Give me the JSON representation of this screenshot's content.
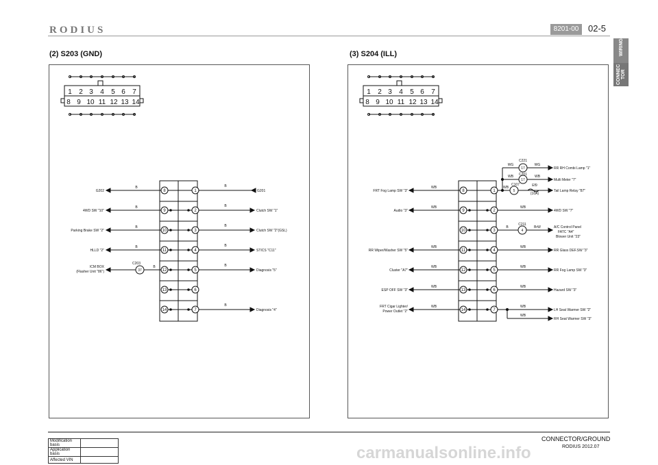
{
  "header": {
    "brand": "RODIUS",
    "code_badge": "8201-00",
    "page_number": "02-5"
  },
  "side_tabs": [
    "WIRING",
    "CONNEC TOR"
  ],
  "footer": {
    "title": "CONNECTOR/GROUND",
    "date": "RODIUS 2012.07",
    "watermark": "carmanualsonline.info",
    "mod_table": [
      {
        "label": "Modification basis",
        "value": ""
      },
      {
        "label": "Application basis",
        "value": ""
      },
      {
        "label": "Affected VIN",
        "value": ""
      }
    ]
  },
  "connector_face": {
    "top_row": [
      "1",
      "2",
      "3",
      "4",
      "5",
      "6",
      "7"
    ],
    "bottom_row": [
      "8",
      "9",
      "10",
      "11",
      "12",
      "13",
      "14"
    ]
  },
  "left": {
    "title": "(2) S203 (GND)",
    "pins_left": [
      "8",
      "9",
      "10",
      "11",
      "12",
      "13",
      "14"
    ],
    "pins_right": [
      "1",
      "2",
      "3",
      "4",
      "5",
      "6",
      "7"
    ],
    "left_labels": [
      "G202",
      "4WD SW \"10\"",
      "Parking Brake SW \"2\"",
      "HLLD \"2\"",
      "ICM BOX",
      "(Flasher Unit \"86\")"
    ],
    "left_wires": [
      "B",
      "B",
      "B",
      "B",
      "B"
    ],
    "c203": {
      "name": "C203",
      "pin": "37"
    },
    "right_labels": [
      "G201",
      "Clutch SW \"1\"",
      "Clutch SW \"2\"(GSL)",
      "STICS \"C11\"",
      "Diagnosis \"5\"",
      "Diagnosis \"4\""
    ],
    "right_wires": [
      "B",
      "B",
      "B",
      "B",
      "B",
      "B"
    ]
  },
  "right": {
    "title": "(3) S204 (ILL)",
    "pins_left": [
      "8",
      "9",
      "10",
      "11",
      "12",
      "13",
      "14"
    ],
    "pins_right": [
      "1",
      "2",
      "3",
      "4",
      "5",
      "6",
      "7"
    ],
    "left_labels": [
      "FRT Fog Lamp SW \"3\"",
      "Audio \"3\"",
      "RR Wiper/Washer SW \"5\"",
      "Cluster \"A7\"",
      "ESP OFF SW \"3\"",
      "FRT Cigar Lighter/",
      "Power Outlet \"2\""
    ],
    "left_wires": [
      "WB",
      "WB",
      "WB",
      "WB",
      "WB",
      "WB"
    ],
    "connectors": {
      "c221": {
        "name": "C221",
        "pin": "17"
      },
      "c201": {
        "name": "C201",
        "pin": "17"
      },
      "c107": {
        "name": "C107",
        "pin": "5"
      },
      "c211": {
        "name": "C211",
        "pin": "4"
      },
      "ef9": {
        "name": "Ef9",
        "rating": "(10A)"
      }
    },
    "right_labels": [
      "RR RH Combi Lamp \"1\"",
      "Multi Meter \"7\"",
      "Tail Lamp Relay \"87\"",
      "4WD SW \"7\"",
      "A/C Control Panel",
      "FATC \"A4\"",
      "Blower Unit \"23\"",
      "RR Glass DEF.SW \"3\"",
      "RR Fog Lamp SW \"3\"",
      "Hazard SW \"3\"",
      "LH Seat Warmer SW \"2\"",
      "RH Seat Warmer SW \"3\""
    ],
    "wire_labels": [
      "WG",
      "WG",
      "WB",
      "WB",
      "WB",
      "WB",
      "B",
      "BrW",
      "WB",
      "WB",
      "WB",
      "WB",
      "WB"
    ]
  }
}
